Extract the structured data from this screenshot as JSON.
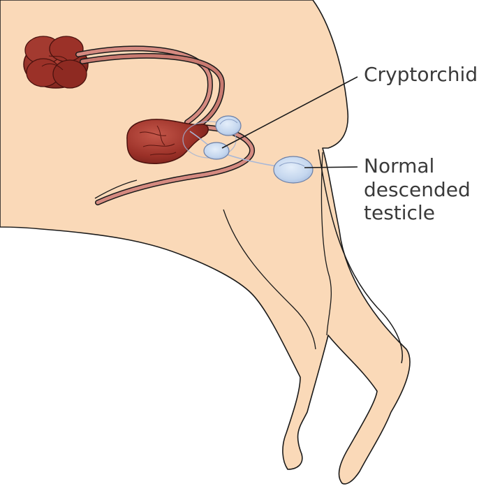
{
  "labels": {
    "cryptorchid": "Cryptorchid",
    "normal_line1": "Normal",
    "normal_line2": "descended",
    "normal_line3": "testicle"
  },
  "colors": {
    "body_fill": "#fad9b8",
    "outline": "#1a1a1a",
    "organ_dark": "#8e2a22",
    "organ_mid": "#b5493b",
    "duct": "#c97a70",
    "testicle_fill": "#c4d6ee",
    "leader_line": "#1a1a1a"
  }
}
